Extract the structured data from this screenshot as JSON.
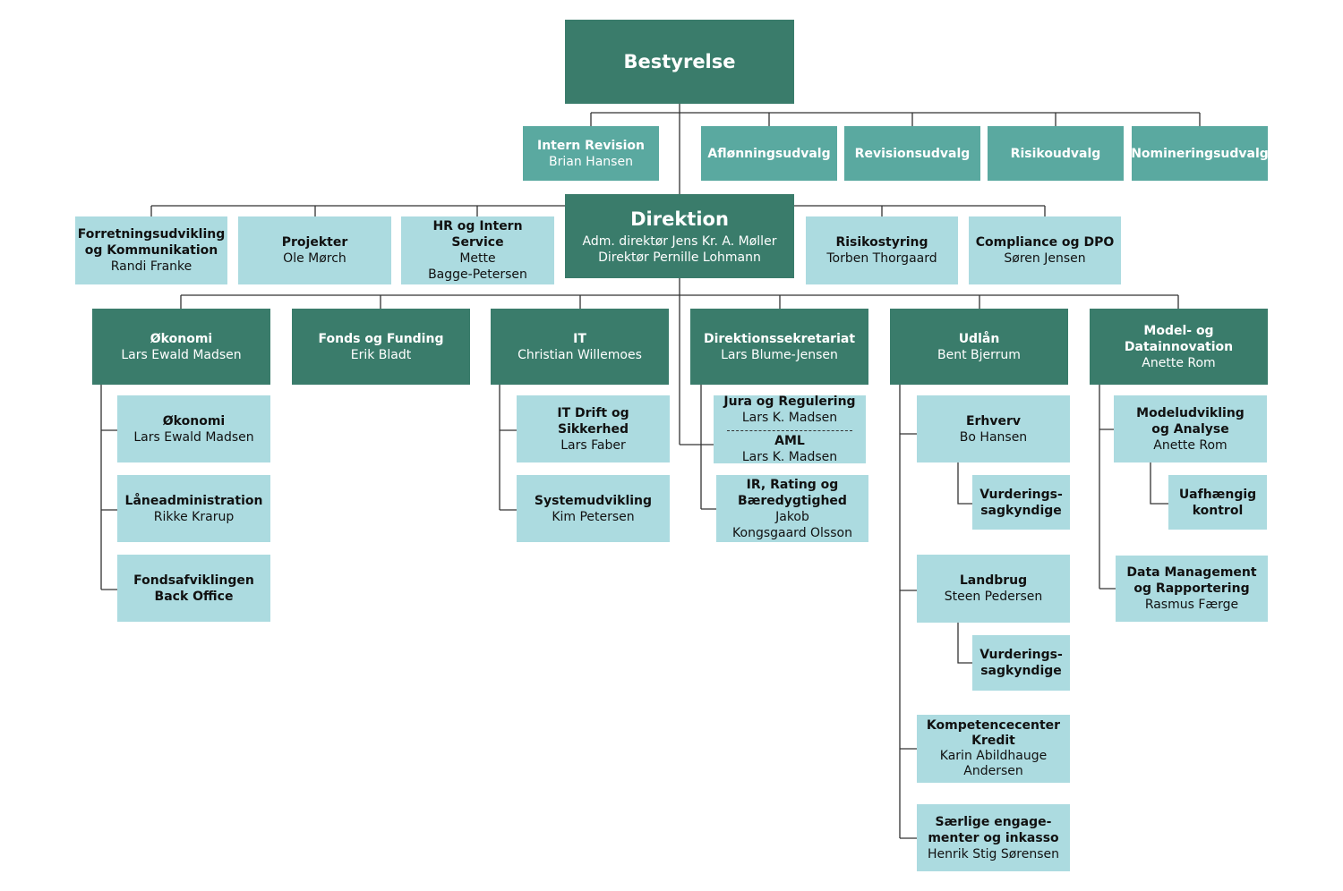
{
  "bestyrelse": {
    "title": "Bestyrelse"
  },
  "board_units": {
    "intern_revision": {
      "title": "Intern Revision",
      "name": "Brian Hansen"
    },
    "aflonningsudvalg": {
      "title": "Aflønningsudvalg"
    },
    "revisionsudvalg": {
      "title": "Revisionsudvalg"
    },
    "risikoudvalg": {
      "title": "Risikoudvalg"
    },
    "nomineringsudvalg": {
      "title": "Nomineringsudvalg"
    }
  },
  "direktion": {
    "title": "Direktion",
    "line1": "Adm. direktør Jens Kr. A. Møller",
    "line2": "Direktør Pernille Lohmann"
  },
  "staff": {
    "forretning": {
      "title1": "Forretningsudvikling",
      "title2": "og Kommunikation",
      "name": "Randi Franke"
    },
    "projekter": {
      "title": "Projekter",
      "name": "Ole Mørch"
    },
    "hr": {
      "title": "HR og Intern Service",
      "name1": "Mette",
      "name2": "Bagge-Petersen"
    },
    "risikostyring": {
      "title": "Risikostyring",
      "name": "Torben Thorgaard"
    },
    "compliance": {
      "title": "Compliance og DPO",
      "name": "Søren Jensen"
    }
  },
  "departments": {
    "okonomi": {
      "title": "Økonomi",
      "name": "Lars Ewald Madsen"
    },
    "fonds": {
      "title": "Fonds og Funding",
      "name": "Erik Bladt"
    },
    "it": {
      "title": "IT",
      "name": "Christian Willemoes"
    },
    "sekretariat": {
      "title": "Direktionssekretariat",
      "name": "Lars Blume-Jensen"
    },
    "udlan": {
      "title": "Udlån",
      "name": "Bent Bjerrum"
    },
    "model": {
      "title": "Model- og Datainnovation",
      "name": "Anette Rom"
    }
  },
  "okonomi_sub": {
    "okonomi": {
      "title": "Økonomi",
      "name": "Lars Ewald Madsen"
    },
    "laneadm": {
      "title": "Låneadministration",
      "name": "Rikke Krarup"
    },
    "fondsafv": {
      "title1": "Fondsafviklingen",
      "title2": "Back Office"
    }
  },
  "it_sub": {
    "drift": {
      "title": "IT Drift og Sikkerhed",
      "name": "Lars Faber"
    },
    "system": {
      "title": "Systemudvikling",
      "name": "Kim Petersen"
    }
  },
  "sekretariat_sub": {
    "jura": {
      "title": "Jura og Regulering",
      "name": "Lars K. Madsen",
      "title2": "AML",
      "name2": "Lars K. Madsen"
    },
    "ir": {
      "title1": "IR, Rating og",
      "title2": "Bæredygtighed",
      "name1": "Jakob",
      "name2": "Kongsgaard Olsson"
    }
  },
  "udlan_sub": {
    "erhverv": {
      "title": "Erhverv",
      "name": "Bo Hansen"
    },
    "vurd1": {
      "title1": "Vurderings-",
      "title2": "sagkyndige"
    },
    "landbrug": {
      "title": "Landbrug",
      "name": "Steen Pedersen"
    },
    "vurd2": {
      "title1": "Vurderings-",
      "title2": "sagkyndige"
    },
    "kompetence": {
      "title1": "Kompetencecenter",
      "title2": "Kredit",
      "name1": "Karin Abildhauge",
      "name2": "Andersen"
    },
    "saerlige": {
      "title1": "Særlige engage-",
      "title2": "menter og inkasso",
      "name": "Henrik Stig Sørensen"
    }
  },
  "model_sub": {
    "modeludv": {
      "title1": "Modeludvikling",
      "title2": "og Analyse",
      "name": "Anette Rom"
    },
    "uafh": {
      "title1": "Uafhængig",
      "title2": "kontrol"
    },
    "datamgmt": {
      "title1": "Data Management",
      "title2": "og Rapportering",
      "name": "Rasmus Færge"
    }
  },
  "colors": {
    "dark": "#3a7c6b",
    "mid": "#5aa9a0",
    "light": "#acdbe0",
    "line": "#333333"
  }
}
